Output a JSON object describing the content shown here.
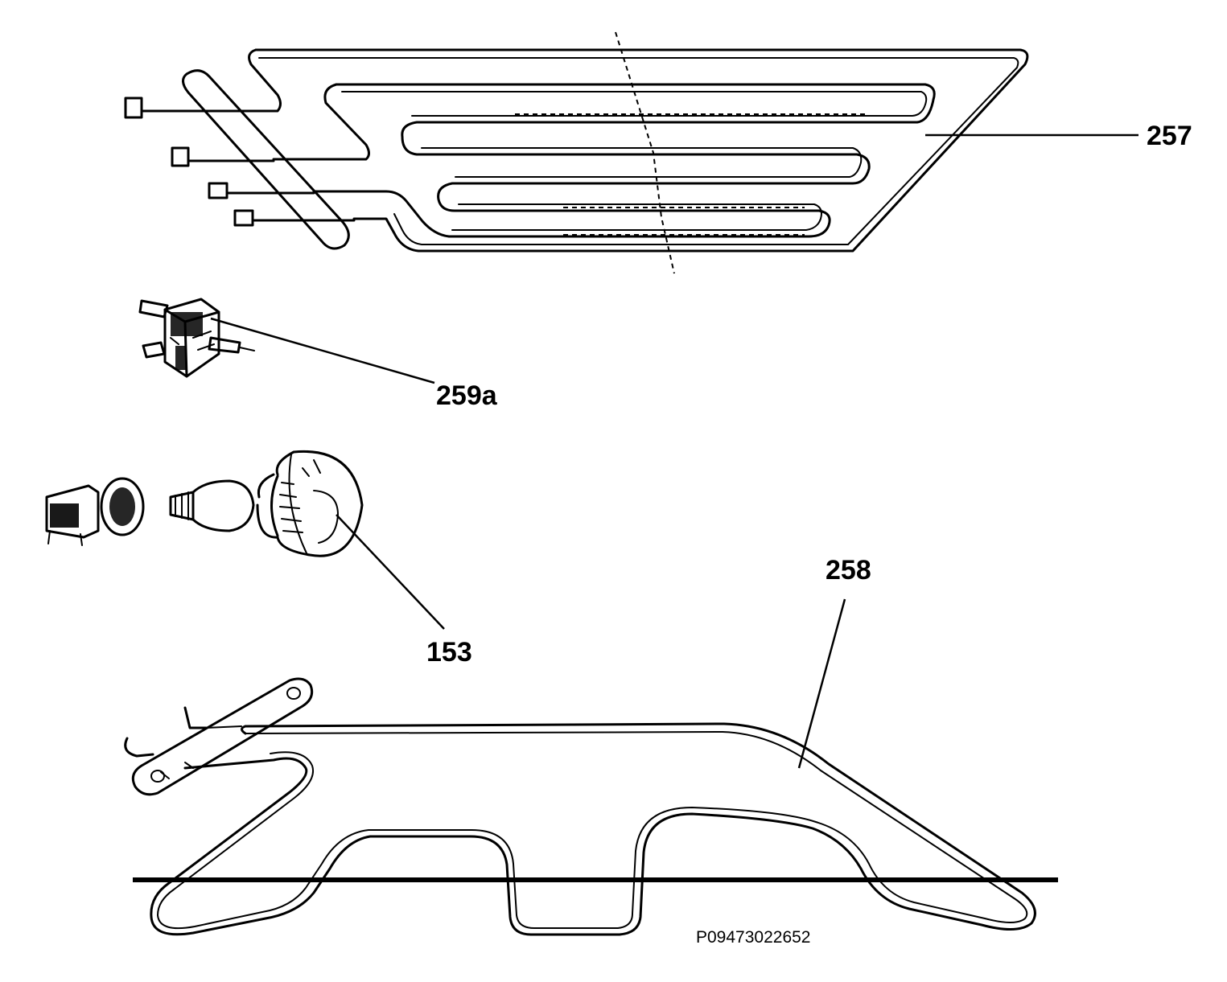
{
  "diagram": {
    "colors": {
      "ink": "#000000",
      "paper": "#ffffff"
    },
    "parts": [
      {
        "id": "part-257",
        "label": "257"
      },
      {
        "id": "part-259a",
        "label": "259a"
      },
      {
        "id": "part-153",
        "label": "153"
      },
      {
        "id": "part-258",
        "label": "258"
      }
    ],
    "reference_code": "P09473022652"
  }
}
